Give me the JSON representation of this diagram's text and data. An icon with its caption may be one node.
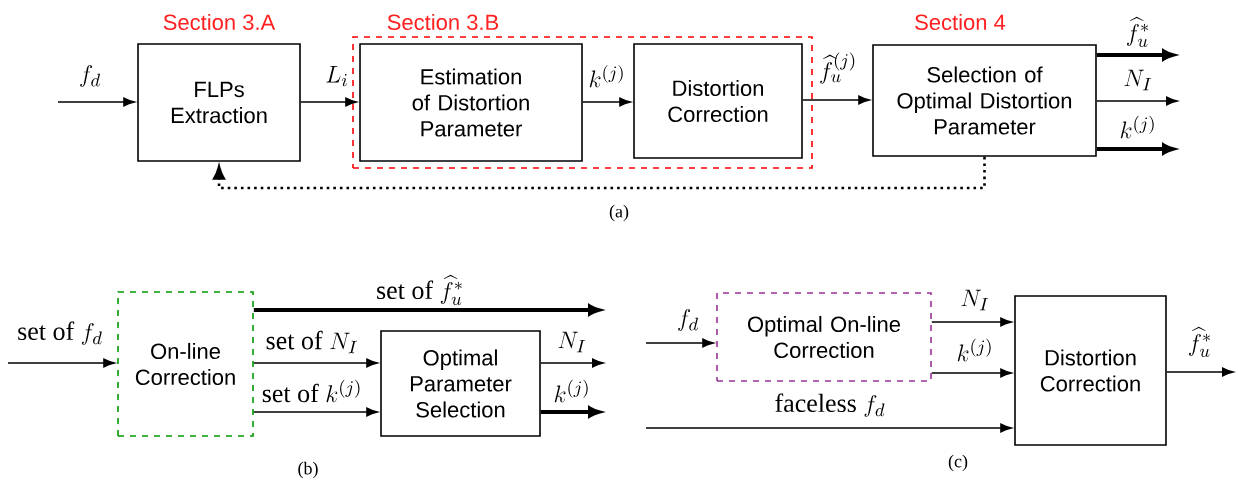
{
  "diagram": {
    "nodes": [
      {
        "text": [
          "Section 3.A",
          "FLPs Extraction"
        ]
      },
      {
        "text": [
          "Section 3.B"
        ]
      },
      {
        "text": [
          "Estimation of Distortion Parameter"
        ],
        "in": 1
      },
      {
        "text": [
          "Distortion Correction"
        ],
        "in": 1
      },
      {
        "text": [
          "Section 4",
          "Selection of Optimal Distortion Parameter"
        ]
      },
      {
        "text": [
          "On-line Correction"
        ]
      },
      {
        "text": [
          "Optimal Parameter Selection"
        ]
      },
      {
        "text": [
          "Optimal On-line Correction"
        ]
      },
      {
        "text": [
          "Distortion Correction"
        ]
      }
    ],
    "edges": [
      {
        "from": null,
        "to": 0,
        "arrow": "to",
        "label": "f_{d}"
      },
      {
        "from": 0,
        "to": 2,
        "arrow": "to",
        "label": "L_{i}"
      },
      {
        "from": 2,
        "to": 3,
        "arrow": "to",
        "label": "k^{(j)}"
      },
      {
        "from": 3,
        "to": 4,
        "arrow": "to",
        "label": "\\widehat{f}_{u}^{(j)}"
      },
      {
        "from": 4,
        "to": null,
        "arrow": "to",
        "label": "\\widehat{f}_{u}^{*}",
        "style": "thick"
      },
      {
        "from": 4,
        "to": null,
        "arrow": "to",
        "label": "N_{I}"
      },
      {
        "from": 4,
        "to": null,
        "arrow": "to",
        "label": "k^{(j)}",
        "style": "thick"
      },
      {
        "from": 4,
        "to": 0,
        "arrow": "to",
        "style": "dashed"
      },
      {
        "from": null,
        "to": 5,
        "arrow": "to",
        "label": "\\text{set of }f_{d}"
      },
      {
        "from": 5,
        "to": null,
        "arrow": "to",
        "label": "\\text{set of }\\widehat{f}_{u}^{*}",
        "style": "thick"
      },
      {
        "from": 5,
        "to": 6,
        "arrow": "to",
        "label": "\\text{set of }N_{I}"
      },
      {
        "from": 5,
        "to": 6,
        "arrow": "to",
        "label": "\\text{set of }k^{(j)}"
      },
      {
        "from": 6,
        "to": null,
        "arrow": "to",
        "label": "N_{I}"
      },
      {
        "from": 6,
        "to": null,
        "arrow": "to",
        "label": "k^{(j)}",
        "style": "thick"
      },
      {
        "from": null,
        "to": 7,
        "arrow": "to",
        "label": "f_{d}"
      },
      {
        "from": 7,
        "to": 8,
        "arrow": "to",
        "label": "N_{I}"
      },
      {
        "from": 7,
        "to": 8,
        "arrow": "to",
        "label": "k^{(j)}"
      },
      {
        "from": null,
        "to": 8,
        "arrow": "to",
        "label": "\\text{faceless }f_{d}"
      },
      {
        "from": 8,
        "to": null,
        "arrow": "to",
        "label": "\\widehat{f}_{u}^{*}"
      }
    ],
    "labels": [
      "(a)",
      "(b)",
      "(c)"
    ]
  }
}
